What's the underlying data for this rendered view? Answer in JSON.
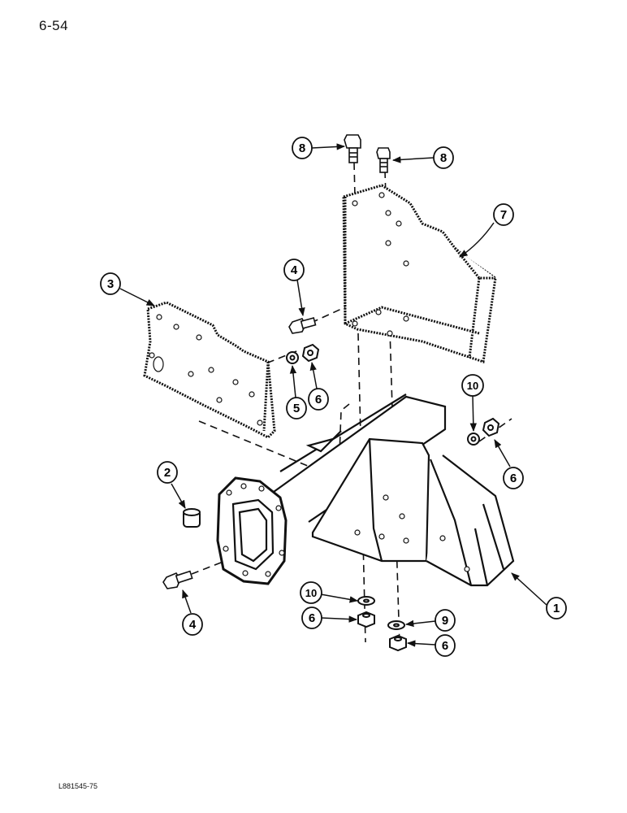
{
  "page_number": "6-54",
  "figure_id": "L881545-75",
  "callouts": [
    {
      "label": "8"
    },
    {
      "label": "8"
    },
    {
      "label": "7"
    },
    {
      "label": "4"
    },
    {
      "label": "3"
    },
    {
      "label": "5"
    },
    {
      "label": "6"
    },
    {
      "label": "10"
    },
    {
      "label": "6"
    },
    {
      "label": "2"
    },
    {
      "label": "4"
    },
    {
      "label": "10"
    },
    {
      "label": "6"
    },
    {
      "label": "9"
    },
    {
      "label": "6"
    },
    {
      "label": "1"
    }
  ]
}
